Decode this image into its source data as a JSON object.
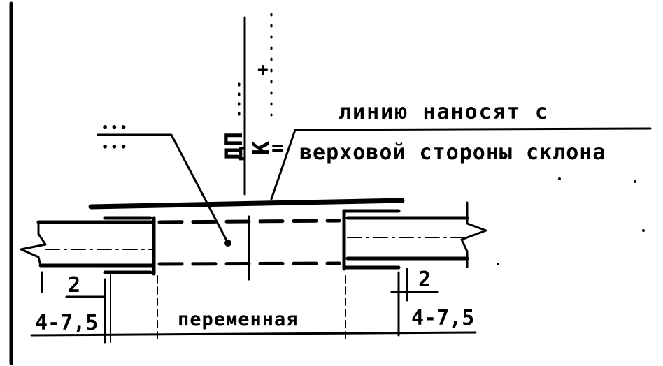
{
  "annotation": {
    "line1": "линию наносят с",
    "line2": "верховой стороны склона"
  },
  "markers": {
    "dp": "ДП",
    "k": "К",
    "plus": "+",
    "dots_top": "•••",
    "dots_bottom": "•••"
  },
  "dimensions": {
    "left_small": "2",
    "left_range": "4-7,5",
    "middle": "переменная",
    "right_small": "2",
    "right_range": "4-7,5"
  }
}
